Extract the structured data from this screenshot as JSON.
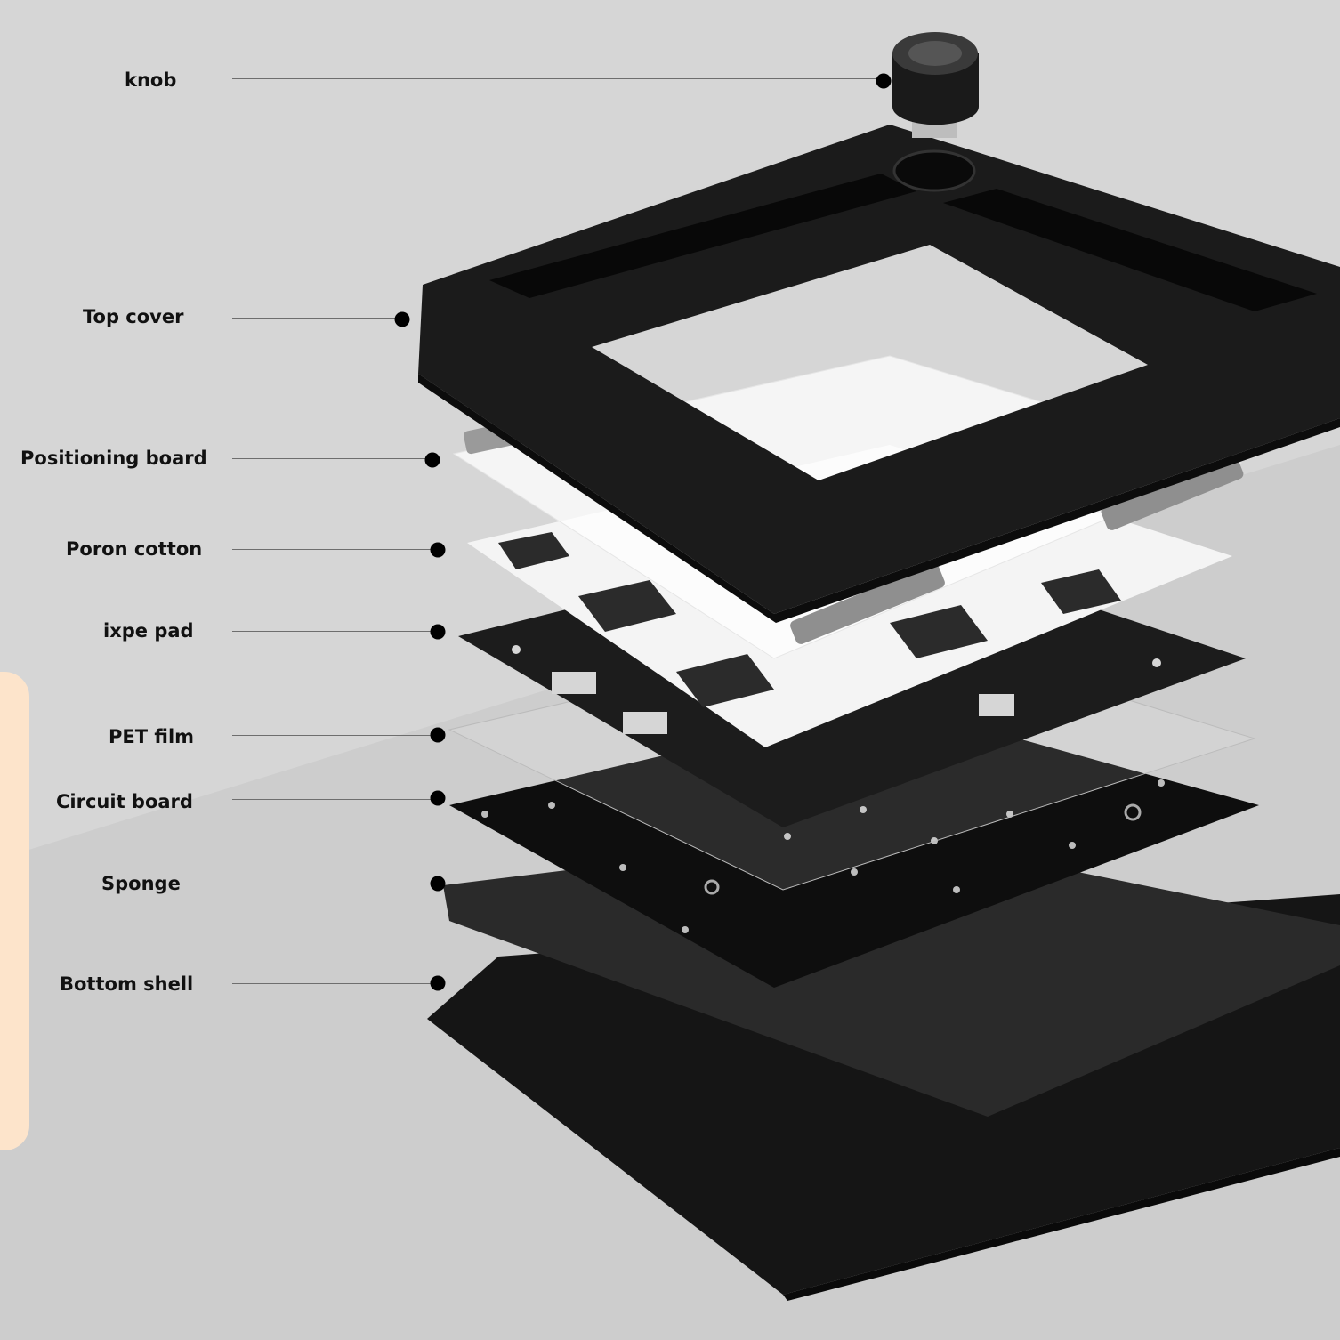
{
  "labels": [
    {
      "id": "knob",
      "text": "knob"
    },
    {
      "id": "top-cover",
      "text": "Top cover"
    },
    {
      "id": "positioning-board",
      "text": "Positioning board"
    },
    {
      "id": "poron-cotton",
      "text": "Poron cotton"
    },
    {
      "id": "ixpe-pad",
      "text": "ixpe pad"
    },
    {
      "id": "pet-film",
      "text": "PET film"
    },
    {
      "id": "circuit-board",
      "text": "Circuit board"
    },
    {
      "id": "sponge",
      "text": "Sponge"
    },
    {
      "id": "bottom-shell",
      "text": "Bottom shell"
    }
  ],
  "colors": {
    "background": "#d6d6d6",
    "background_lower": "#cdcdcd",
    "accent_panel": "#fde4cb",
    "label_text": "#111111",
    "leader_line": "#6e6e6e"
  }
}
